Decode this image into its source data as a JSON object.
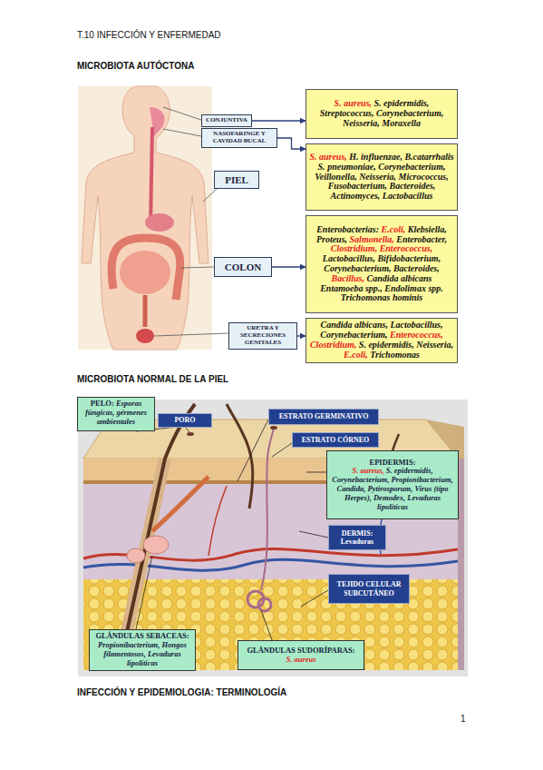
{
  "diagram": {
    "nodes": [
      {
        "text": [
          "CONJUNTIVA"
        ]
      },
      {
        "text": [
          "NASOFARINGE Y CAVIDAD BUCAL"
        ]
      },
      {
        "text": [
          "PIEL"
        ]
      },
      {
        "text": [
          "COLON"
        ]
      },
      {
        "text": [
          "URETRA Y SECRECIONES GENITALES"
        ]
      },
      {
        "text": [
          "S. aureus, S. epidermidis, Streptococcus, Corynebacterium, Neisseria, Moraxella"
        ]
      },
      {
        "text": [
          "S. aureus, H. influenzae, B.catarrhalis S. pneumoniae, Corynebacterium, Veillonella, Neisseria, Micrococcus, Fusobacterium, Bacteroides, Actinomyces, Lactobacillus"
        ]
      },
      {
        "text": [
          "Enterobacterias: E.coli, Klebsiella, Proteus, Salmonella, Enterobacter, Clostridium, Enterococcus, Lactobacillus, Bifidobacterium, Corynebacterium, Bacteroides, Bacillus, Candida albicans Entamoeba spp., Endolimax spp. Trichomonas hominis"
        ]
      },
      {
        "text": [
          "Candida albicans, Lactobacillus, Corynebacterium, Enterococcus, Clostridium, S. epidermidis, Neisseria, E.coli, Trichomonas"
        ]
      },
      {
        "text": [
          "PELO:",
          "Esporas fúngicas, gérmenes ambientales"
        ]
      },
      {
        "text": [
          "PORO"
        ]
      },
      {
        "text": [
          "ESTRATO GERMINATIVO"
        ]
      },
      {
        "text": [
          "ESTRATO CÓRNEO"
        ]
      },
      {
        "text": [
          "EPIDERMIS:",
          "S. aureus, S. epidermidis, Corynebacterium, Propionibacterium, Candida, Pytirosporum, Virus (tipo Herpes), Demodex, Levaduras lipolíticas"
        ]
      },
      {
        "text": [
          "DERMIS:",
          "Levaduras"
        ]
      },
      {
        "text": [
          "TEJIDO CELULAR SUBCUTÁNEO"
        ]
      },
      {
        "text": [
          "GLÁNDULAS SEBACEAS:",
          "Propionibacterium, Hongos filamentosos, Levaduras lipolíticas"
        ]
      },
      {
        "text": [
          "GLÁNDULAS SUDORÍPARAS:",
          "S. aureus"
        ]
      }
    ],
    "edges": [
      {
        "from": 0,
        "to": 5,
        "arrow": "to"
      },
      {
        "from": 1,
        "to": 6,
        "arrow": "to"
      },
      {
        "from": 3,
        "to": 7,
        "arrow": "to"
      },
      {
        "from": 4,
        "to": 8,
        "arrow": "to"
      }
    ],
    "labels": [
      "T.10 INFECCIÓN Y ENFERMEDAD",
      "MICROBIOTA AUTÓCTONA",
      "MICROBIOTA NORMAL DE LA PIEL",
      "INFECCIÓN Y EPIDEMIOLOGIA: TERMINOLOGÍA",
      "1"
    ]
  }
}
